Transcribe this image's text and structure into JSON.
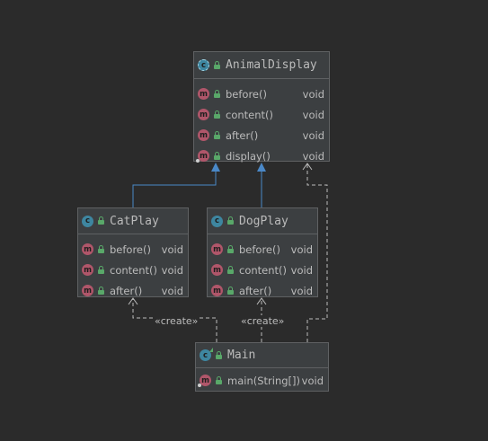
{
  "diagram": {
    "classes": {
      "animal_display": {
        "name": "AnimalDisplay",
        "methods": [
          {
            "name": "before()",
            "type": "void"
          },
          {
            "name": "content()",
            "type": "void"
          },
          {
            "name": "after()",
            "type": "void"
          },
          {
            "name": "display()",
            "type": "void"
          }
        ]
      },
      "cat_play": {
        "name": "CatPlay",
        "methods": [
          {
            "name": "before()",
            "type": "void"
          },
          {
            "name": "content()",
            "type": "void"
          },
          {
            "name": "after()",
            "type": "void"
          }
        ]
      },
      "dog_play": {
        "name": "DogPlay",
        "methods": [
          {
            "name": "before()",
            "type": "void"
          },
          {
            "name": "content()",
            "type": "void"
          },
          {
            "name": "after()",
            "type": "void"
          }
        ]
      },
      "main": {
        "name": "Main",
        "methods": [
          {
            "name": "main(String[])",
            "type": "void"
          }
        ]
      }
    },
    "relations": {
      "create_label": "«create»"
    },
    "icons": {
      "class_letter": "c",
      "method_letter": "m"
    },
    "colors": {
      "background": "#2b2b2b",
      "box": "#3c3f41",
      "inheritance_line": "#4a88c7",
      "dependency_line": "#bbbbbb"
    }
  }
}
